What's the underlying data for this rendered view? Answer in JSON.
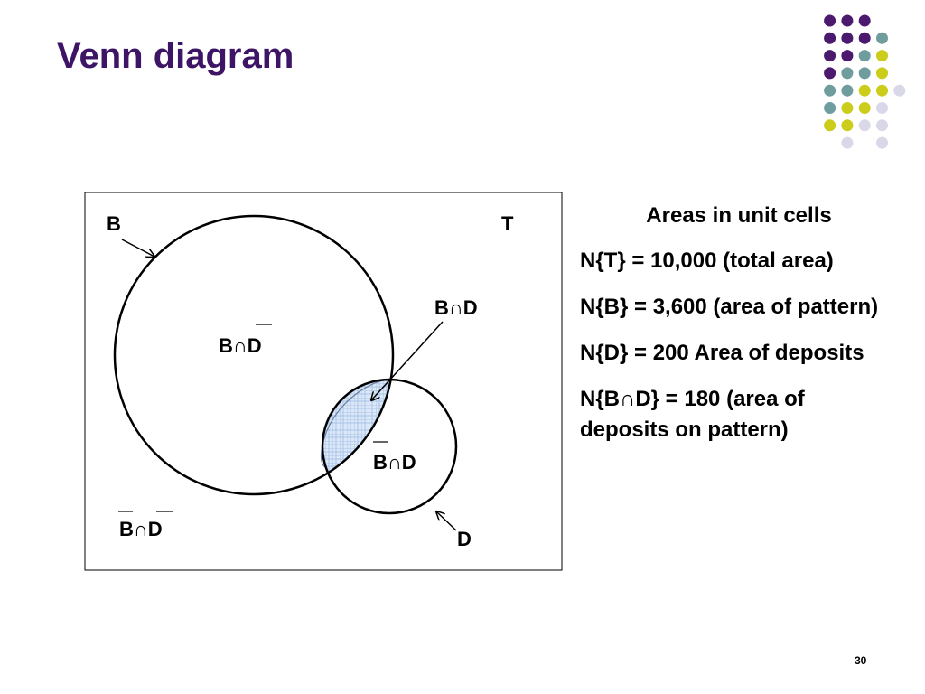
{
  "slide": {
    "title": "Venn diagram",
    "page_number": "30"
  },
  "diagram": {
    "label_b": "B",
    "label_t": "T",
    "label_d": "D",
    "label_b_and_d": "B∩D",
    "label_b_and_not_d": "B∩D",
    "label_not_b_and_d": "B∩D",
    "label_not_b_and_not_d": "B∩D",
    "colors": {
      "hatch_fill": "#dce8f8",
      "hatch_line": "#a8c4e8",
      "stroke": "#000000"
    }
  },
  "legend": {
    "heading": "Areas in unit cells",
    "lines": [
      "N{T} = 10,000 (total area)",
      "N{B} = 3,600 (area of pattern)",
      "N{D} = 200 Area of deposits",
      "N{B∩D} = 180 (area of deposits on pattern)"
    ]
  },
  "decor": {
    "dot_colors": {
      "purple": "#4b1a6e",
      "teal": "#6f9d9d",
      "yellow": "#cccc1a",
      "lavender": "#d8d8e8"
    }
  }
}
